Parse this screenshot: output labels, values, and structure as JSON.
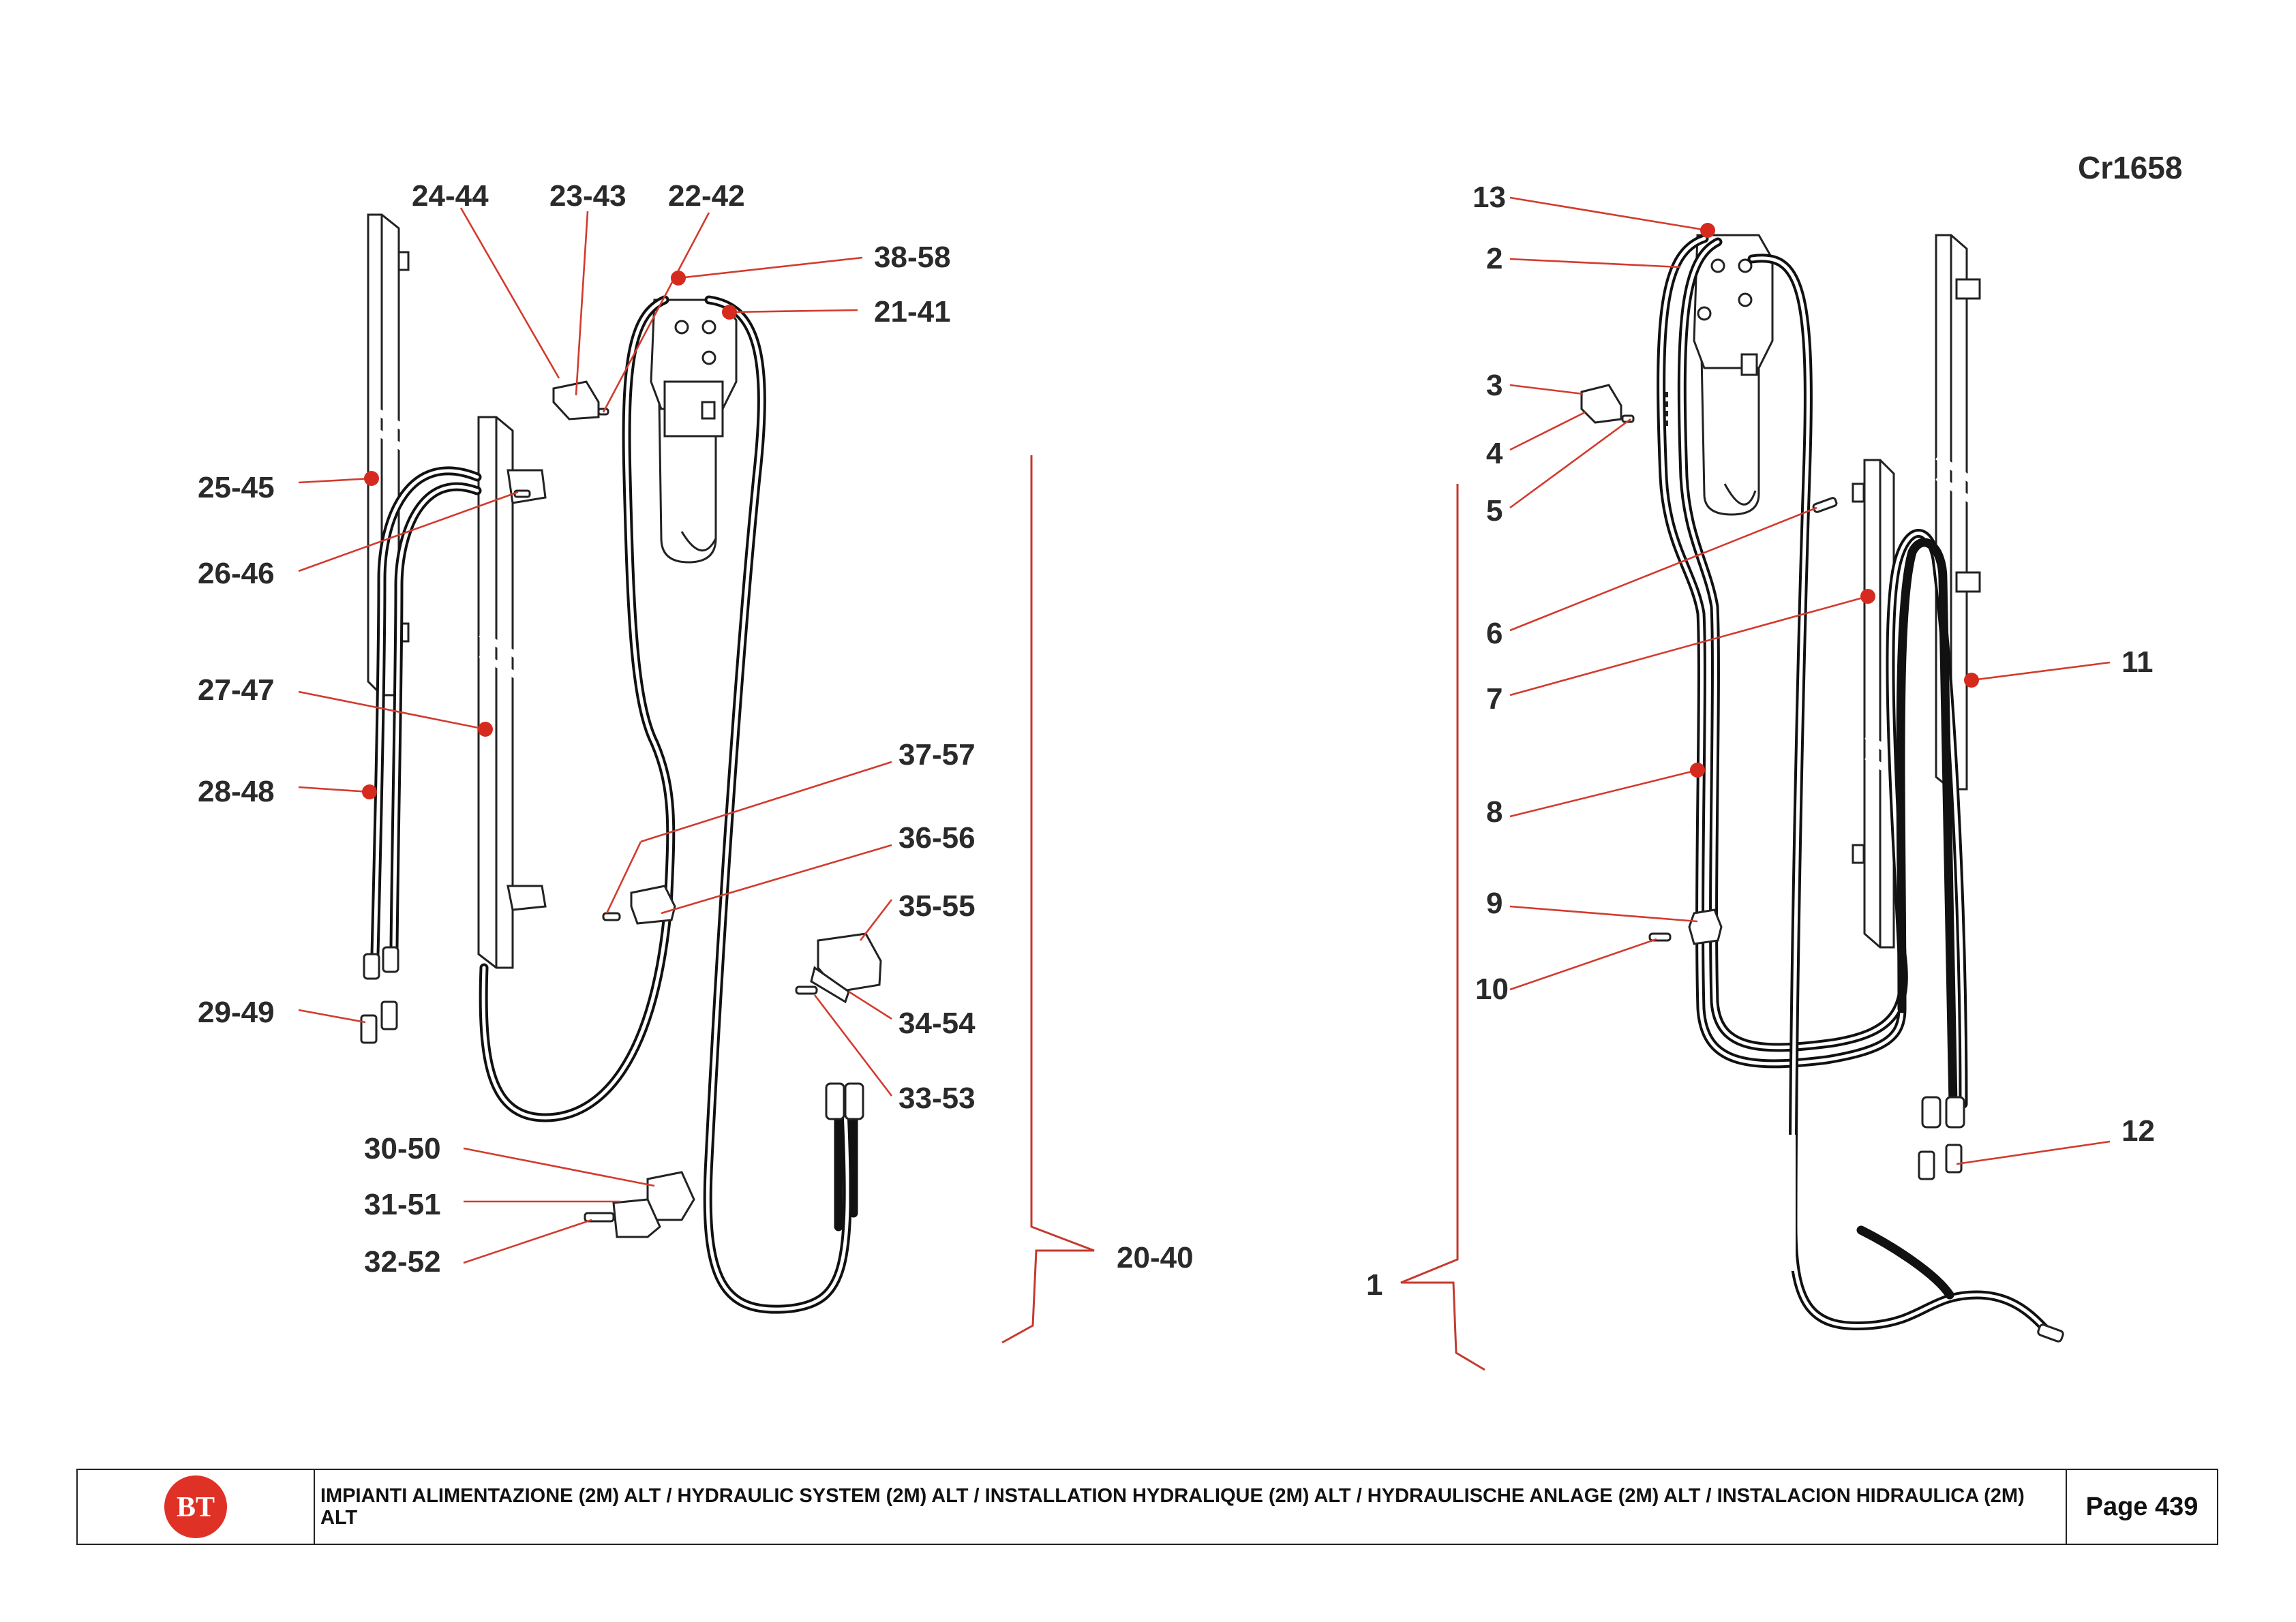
{
  "drawing_code": "Cr1658",
  "left_assembly": {
    "callouts": [
      "24-44",
      "23-43",
      "22-42",
      "38-58",
      "21-41",
      "25-45",
      "26-46",
      "27-47",
      "28-48",
      "37-57",
      "36-56",
      "35-55",
      "34-54",
      "33-53",
      "29-49",
      "30-50",
      "31-51",
      "32-52"
    ],
    "group_label": "20-40"
  },
  "right_assembly": {
    "callouts": [
      "13",
      "2",
      "3",
      "4",
      "5",
      "6",
      "7",
      "8",
      "9",
      "10",
      "11",
      "12"
    ],
    "group_label": "1"
  },
  "title_block": {
    "logo_text": "BT",
    "title": "IMPIANTI ALIMENTAZIONE (2M) ALT / HYDRAULIC SYSTEM  (2M) ALT / INSTALLATION HYDRALIQUE (2M) ALT / HYDRAULISCHE ANLAGE  (2M) ALT / INSTALACION HIDRAULICA (2M) ALT",
    "page": "Page 439"
  },
  "colors": {
    "callout_line": "#d23b2e",
    "callout_dot": "#d72a1f",
    "logo_red": "#e03127",
    "ink": "#2a2a2a"
  }
}
